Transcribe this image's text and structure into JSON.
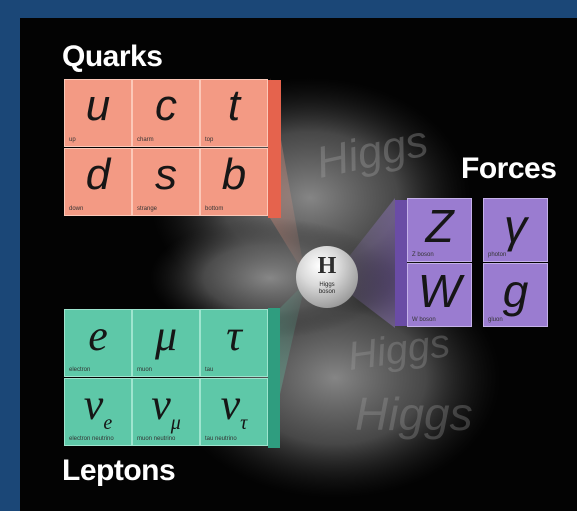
{
  "groups": {
    "quarks": {
      "title": "Quarks",
      "color": "#f39a84",
      "particles": [
        {
          "symbol": "u",
          "name": "up"
        },
        {
          "symbol": "c",
          "name": "charm"
        },
        {
          "symbol": "t",
          "name": "top"
        },
        {
          "symbol": "d",
          "name": "down"
        },
        {
          "symbol": "s",
          "name": "strange"
        },
        {
          "symbol": "b",
          "name": "bottom"
        }
      ]
    },
    "leptons": {
      "title": "Leptons",
      "color": "#5ec8a8",
      "particles": [
        {
          "symbol": "e",
          "sub": "",
          "name": "electron"
        },
        {
          "symbol": "μ",
          "sub": "",
          "name": "muon"
        },
        {
          "symbol": "τ",
          "sub": "",
          "name": "tau"
        },
        {
          "symbol": "ν",
          "sub": "e",
          "name": "electron neutrino"
        },
        {
          "symbol": "ν",
          "sub": "μ",
          "name": "muon neutrino"
        },
        {
          "symbol": "ν",
          "sub": "τ",
          "name": "tau neutrino"
        }
      ]
    },
    "forces": {
      "title": "Forces",
      "color": "#9a7cd0",
      "particles": [
        {
          "symbol": "Z",
          "name": "Z boson"
        },
        {
          "symbol": "γ",
          "name": "photon"
        },
        {
          "symbol": "W",
          "name": "W boson"
        },
        {
          "symbol": "g",
          "name": "gluon"
        }
      ]
    }
  },
  "higgs": {
    "symbol": "H",
    "name_line1": "Higgs",
    "name_line2": "boson",
    "watermark_text": "Higgs"
  },
  "colors": {
    "frame": "#1b4777",
    "background": "#030303"
  }
}
